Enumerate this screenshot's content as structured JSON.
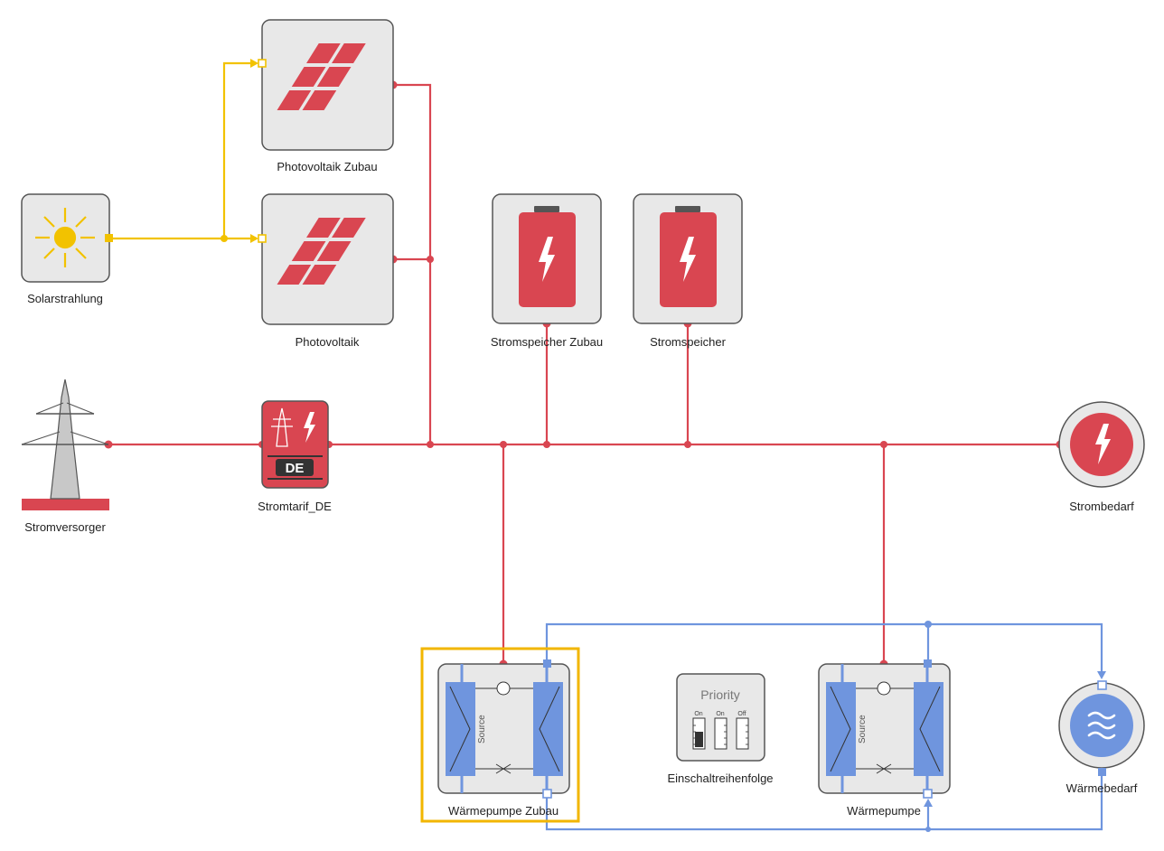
{
  "colors": {
    "electric": "#d94651",
    "solar": "#f2c200",
    "heat": "#6f95de",
    "box_fill": "#e8e8e8",
    "box_stroke": "#555555",
    "selection": "#f2b600"
  },
  "components": {
    "solar": {
      "label": "Solarstrahlung",
      "icon": "sun-icon"
    },
    "pv_zubau": {
      "label": "Photovoltaik Zubau",
      "icon": "solar-panel-icon"
    },
    "pv": {
      "label": "Photovoltaik",
      "icon": "solar-panel-icon"
    },
    "storage_zubau": {
      "label": "Stromspeicher Zubau",
      "icon": "battery-icon"
    },
    "storage": {
      "label": "Stromspeicher",
      "icon": "battery-icon"
    },
    "grid": {
      "label": "Stromversorger",
      "icon": "power-pylon-icon"
    },
    "tariff": {
      "label": "Stromtarif_DE",
      "icon": "tariff-icon",
      "badge": "DE"
    },
    "demand": {
      "label": "Strombedarf",
      "icon": "lightning-icon"
    },
    "hp_zubau": {
      "label": "Wärmepumpe Zubau",
      "icon": "heat-pump-icon",
      "source_text": "Source"
    },
    "hp": {
      "label": "Wärmepumpe",
      "icon": "heat-pump-icon",
      "source_text": "Source"
    },
    "priority": {
      "label": "Einschaltreihenfolge",
      "title": "Priority",
      "switches": [
        "On",
        "On",
        "Off"
      ],
      "icon": "switch-icon"
    },
    "heat_demand": {
      "label": "Wärmebedarf",
      "icon": "heat-waves-icon"
    }
  }
}
